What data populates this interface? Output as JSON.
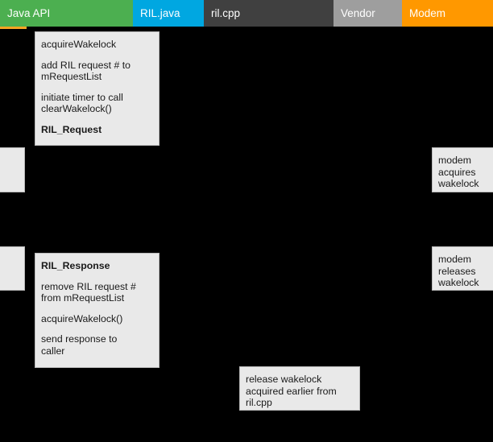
{
  "diagram": {
    "background_color": "#000000",
    "note_fill_color": "#e9e9e9",
    "note_border_color": "#b9b9b9"
  },
  "lanes": [
    {
      "id": "java-api",
      "label": "Java API",
      "color": "#4caf50"
    },
    {
      "id": "ril-java",
      "label": "RIL.java",
      "color": "#00a7e1"
    },
    {
      "id": "ril-cpp",
      "label": "ril.cpp",
      "color": "#404040"
    },
    {
      "id": "vendor",
      "label": "Vendor",
      "color": "#9e9e9e"
    },
    {
      "id": "modem",
      "label": "Modem",
      "color": "#ff9800"
    }
  ],
  "accent": {
    "underline_color": "#f5a623"
  },
  "notes": {
    "ril_request": {
      "line1": "acquireWakelock",
      "line2": "add RIL request # to\nmRequestList",
      "line3": "initiate timer to call\nclearWakelock()",
      "title": "RIL_Request"
    },
    "ril_response": {
      "title": "RIL_Response",
      "line1": "remove RIL request #\nfrom mRequestList",
      "line2": "acquireWakelock()",
      "line3": "send response to\ncaller"
    },
    "modem_acquires": {
      "text": "modem\nacquires\nwakelock"
    },
    "modem_releases": {
      "text": "modem\nreleases\nwakelock"
    },
    "release_wakelock": {
      "text": "release wakelock\nacquired earlier from\nril.cpp"
    },
    "left_clipped_1": {
      "text": ""
    },
    "left_clipped_2": {
      "text": ""
    }
  }
}
